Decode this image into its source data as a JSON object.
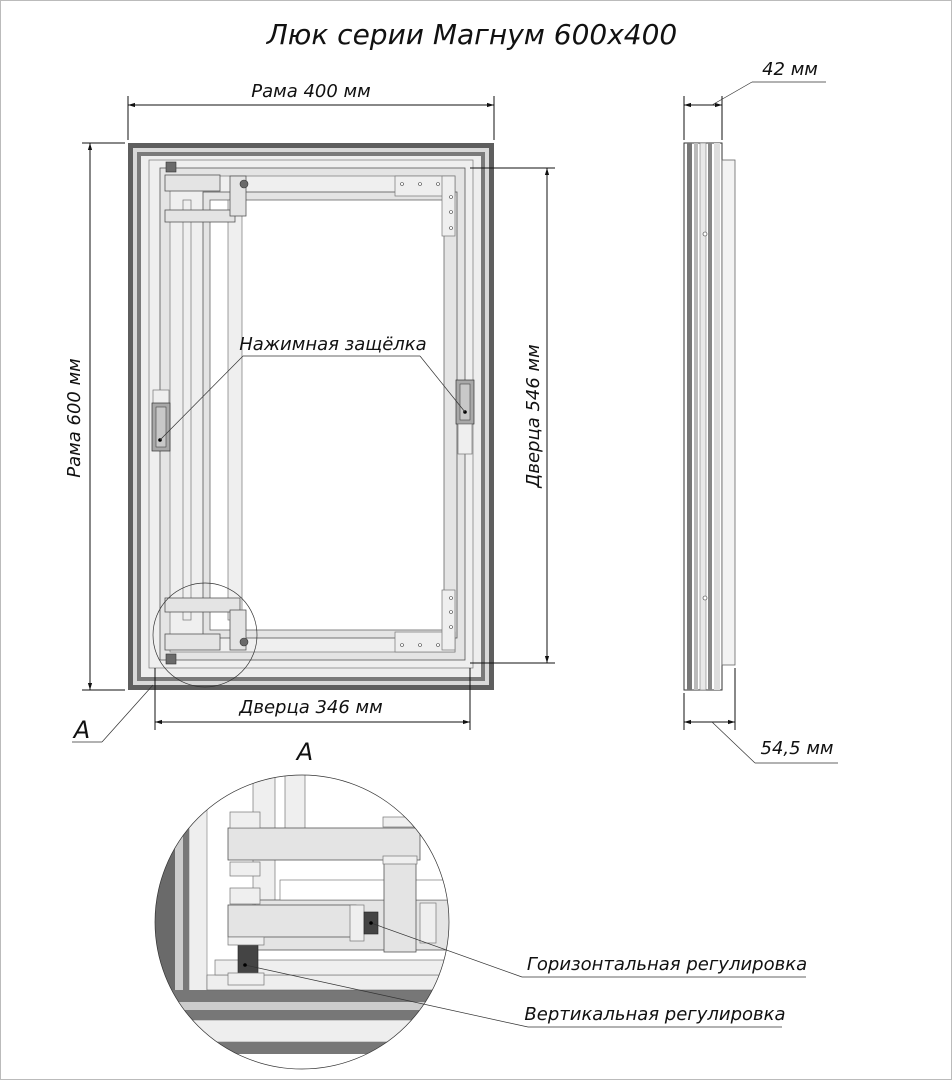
{
  "title": "Люк серии Магнум 600х400",
  "dimensions": {
    "frame_width": "Рама 400 мм",
    "frame_height": "Рама 600 мм",
    "door_height": "Дверца 546 мм",
    "door_width": "Дверца 346 мм",
    "depth_top": "42 мм",
    "depth_bottom": "54,5 мм"
  },
  "callouts": {
    "push_latch": "Нажимная защёлка",
    "detail_marker": "A",
    "detail_title": "A",
    "horizontal_adjustment": "Горизонтальная регулировка",
    "vertical_adjustment": "Вертикальная регулировка"
  }
}
